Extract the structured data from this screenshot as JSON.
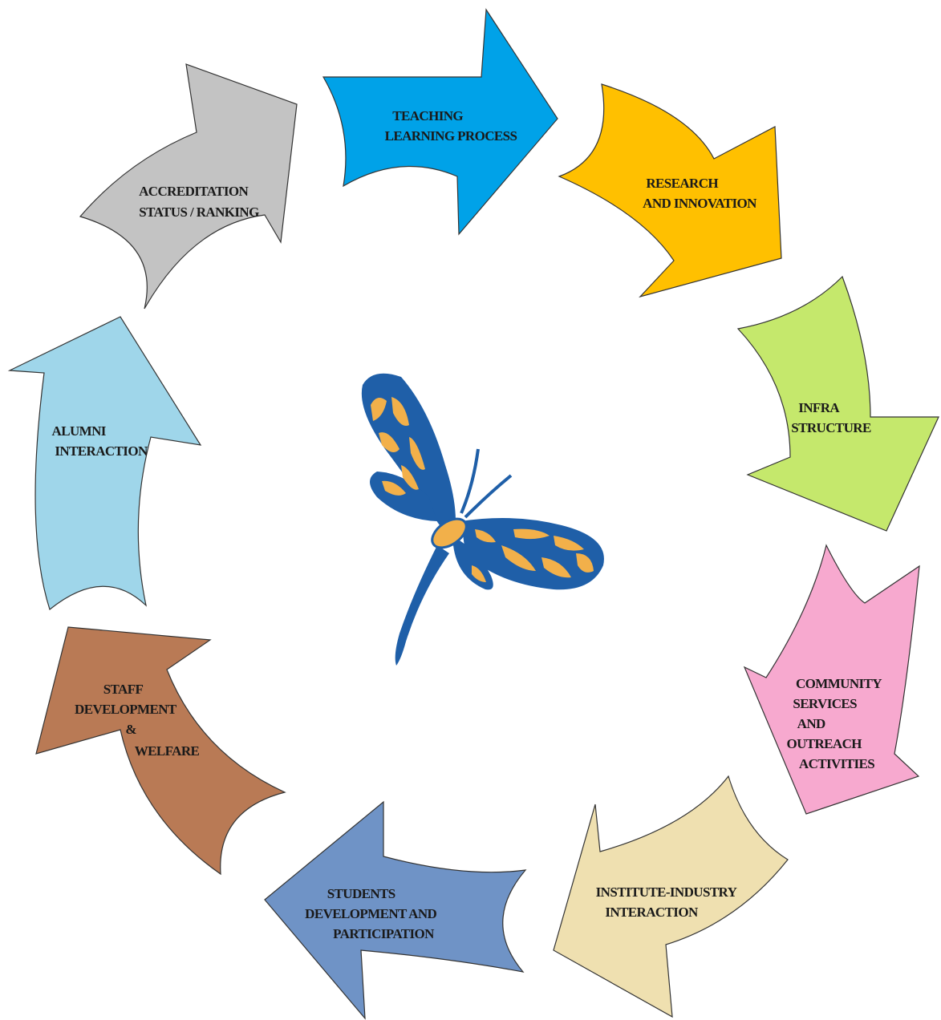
{
  "cycle": {
    "steps": [
      {
        "id": "teaching",
        "lines": [
          "TEACHING",
          "LEARNING PROCESS"
        ],
        "color": "#00a2e8"
      },
      {
        "id": "research",
        "lines": [
          "RESEARCH",
          "AND INNOVATION"
        ],
        "color": "#ffc000"
      },
      {
        "id": "infra",
        "lines": [
          "INFRA",
          "STRUCTURE"
        ],
        "color": "#c5e86c"
      },
      {
        "id": "community",
        "lines": [
          "COMMUNITY",
          "SERVICES",
          "AND",
          "OUTREACH",
          "ACTIVITIES"
        ],
        "color": "#f7a9cf"
      },
      {
        "id": "industry",
        "lines": [
          "INSTITUTE-INDUSTRY",
          "INTERACTION"
        ],
        "color": "#efe0b0"
      },
      {
        "id": "students",
        "lines": [
          "STUDENTS",
          "DEVELOPMENT AND",
          "PARTICIPATION"
        ],
        "color": "#6f93c6"
      },
      {
        "id": "staff",
        "lines": [
          "STAFF",
          "DEVELOPMENT",
          "&",
          "WELFARE"
        ],
        "color": "#b97a55"
      },
      {
        "id": "alumni",
        "lines": [
          "ALUMNI",
          "INTERACTION"
        ],
        "color": "#9fd6ea"
      },
      {
        "id": "accreditation",
        "lines": [
          "ACCREDITATION",
          "STATUS / RANKING"
        ],
        "color": "#c3c3c3"
      }
    ]
  },
  "center_logo": {
    "icon": "butterfly-icon",
    "wing_color": "#1f5fa8",
    "spot_color": "#f2b04a"
  }
}
